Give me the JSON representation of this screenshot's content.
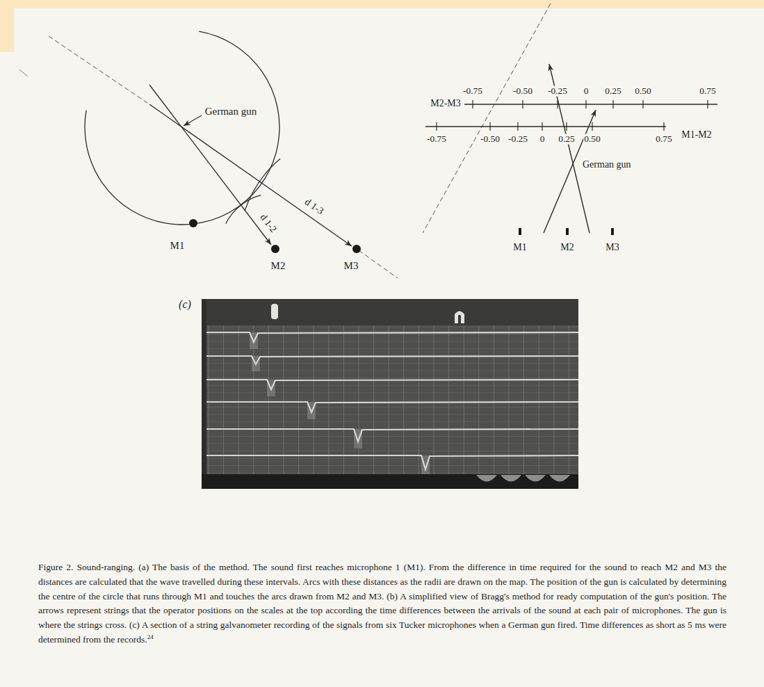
{
  "diagram": {
    "caption": "Figure 2. Sound-ranging. (a) The basis of the method. The sound first reaches microphone 1 (M1). From the difference in time required for the sound to reach M2 and M3 the distances are calculated that the wave travelled during these intervals. Arcs with these distances as the radii are drawn on the map. The position of the gun is calculated by determining the centre of the circle that runs through M1 and touches the arcs drawn from M2 and M3. (b) A simplified view of Bragg's method for ready computation of the gun's position. The arrows represent strings that the operator positions on the scales at the top according the time differences between the arrivals of the sound at each pair of microphones. The gun is where the strings cross. (c) A section of a string galvanometer recording of the signals from six Tucker microphones when a German gun fired. Time differences as short as 5 ms were determined from the records.",
    "labels": [
      "German gun",
      "M1",
      "M2",
      "M3",
      "d 1-2",
      "d 1-3",
      "-0.75",
      "-0.50",
      "-0.25",
      "0",
      "0.25",
      "0.50",
      "0.75",
      "M2-M3",
      "-0.75",
      "-0.50",
      "-0.25",
      "0",
      "0.25",
      "0.50",
      "0.75",
      "M1-M2",
      "German gun",
      "M1",
      "M2",
      "M3",
      "(c)",
      "24"
    ]
  }
}
